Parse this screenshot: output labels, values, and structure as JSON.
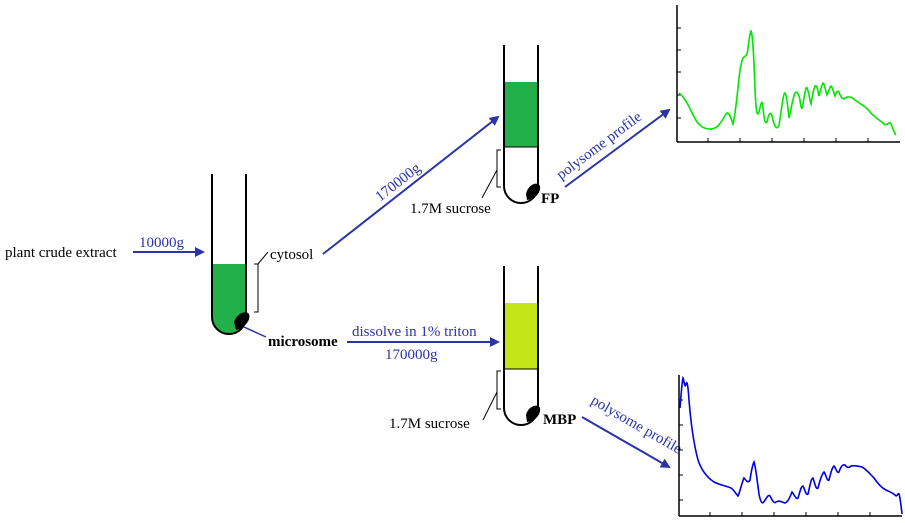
{
  "colors": {
    "arrow": "#2b33a6",
    "tube_stroke": "#000000",
    "cytosol_fill": "#22b04b",
    "fp_fill": "#22b04b",
    "mbp_fill": "#c4e619",
    "fp_profile": "#00e600",
    "mbp_profile": "#0000e0"
  },
  "labels": {
    "input": "plant crude extract",
    "spin1": "10000g",
    "cytosol": "cytosol",
    "microsome": "microsome",
    "spin_fp": "170000g",
    "dissolve": "dissolve in 1% triton",
    "spin_mbp": "170000g",
    "sucrose_fp": "1.7M sucrose",
    "sucrose_mbp": "1.7M sucrose",
    "fp": "FP",
    "mbp": "MBP",
    "profile_fp": "polysome profile",
    "profile_mbp": "polysome profile"
  },
  "icons": {
    "tube_icon": "test-tube",
    "pellet_icon": "pellet",
    "arrow_icon": "arrow-right"
  }
}
